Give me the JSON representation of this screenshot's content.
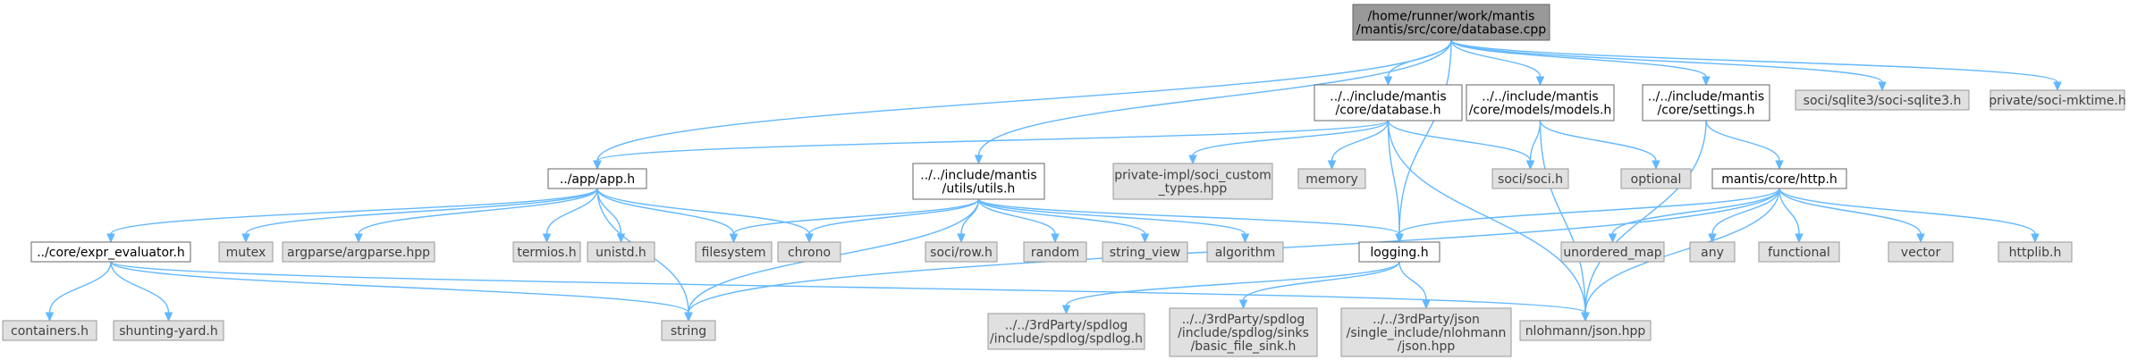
{
  "nodes": {
    "root": [
      "/home/runner/work/mantis",
      "/mantis/src/core/database.cpp"
    ],
    "inc_database": [
      "../../include/mantis",
      "/core/database.h"
    ],
    "inc_models": [
      "../../include/mantis",
      "/core/models/models.h"
    ],
    "inc_settings": [
      "../../include/mantis",
      "/core/settings.h"
    ],
    "soci_sqlite3": [
      "soci/sqlite3/soci-sqlite3.h"
    ],
    "soci_mktime": [
      "private/soci-mktime.h"
    ],
    "app_h": [
      "../app/app.h"
    ],
    "utils_h": [
      "../../include/mantis",
      "/utils/utils.h"
    ],
    "soci_custom": [
      "private-impl/soci_custom",
      "_types.hpp"
    ],
    "memory": [
      "memory"
    ],
    "soci_h": [
      "soci/soci.h"
    ],
    "optional": [
      "optional"
    ],
    "http_h": [
      "mantis/core/http.h"
    ],
    "expr_eval": [
      "../core/expr_evaluator.h"
    ],
    "mutex": [
      "mutex"
    ],
    "argparse": [
      "argparse/argparse.hpp"
    ],
    "termios": [
      "termios.h"
    ],
    "unistd": [
      "unistd.h"
    ],
    "filesystem": [
      "filesystem"
    ],
    "chrono": [
      "chrono"
    ],
    "soci_row": [
      "soci/row.h"
    ],
    "random": [
      "random"
    ],
    "string_view": [
      "string_view"
    ],
    "algorithm": [
      "algorithm"
    ],
    "logging": [
      "logging.h"
    ],
    "unordered_map": [
      "unordered_map"
    ],
    "any": [
      "any"
    ],
    "functional": [
      "functional"
    ],
    "vector": [
      "vector"
    ],
    "httplib": [
      "httplib.h"
    ],
    "containers": [
      "containers.h"
    ],
    "shunting": [
      "shunting-yard.h"
    ],
    "string": [
      "string"
    ],
    "spdlog": [
      "../../3rdParty/spdlog",
      "/include/spdlog/spdlog.h"
    ],
    "basic_sink": [
      "../../3rdParty/spdlog",
      "/include/spdlog/sinks",
      "/basic_file_sink.h"
    ],
    "json_single": [
      "../../3rdParty/json",
      "/single_include/nlohmann",
      "/json.hpp"
    ],
    "nlohmann_json": [
      "nlohmann/json.hpp"
    ]
  },
  "colors": {
    "edge": "#63b8ff",
    "system_fill": "#e0e0e0",
    "file_fill": "#ffffff",
    "root_fill": "#999999",
    "border": "#666666"
  }
}
